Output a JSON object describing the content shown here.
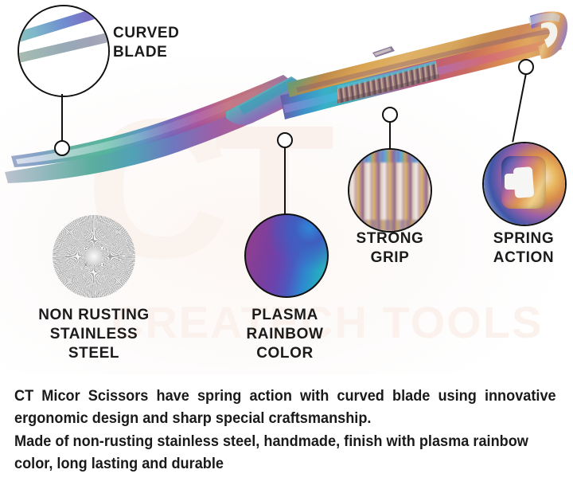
{
  "product": {
    "name": "CT Micor Scissors"
  },
  "callouts": [
    {
      "id": "curved-blade",
      "label": "CURVED\nBLADE",
      "icon": "magnifier-circle-blade"
    },
    {
      "id": "strong-grip",
      "label": "STRONG\nGRIP",
      "icon": "magnifier-circle-grip"
    },
    {
      "id": "spring-action",
      "label": "SPRING\nACTION",
      "icon": "magnifier-circle-spring"
    },
    {
      "id": "non-rusting-stainless-steel",
      "label": "NON RUSTING\nSTAINLESS\nSTEEL",
      "icon": "brushed-steel-swatch"
    },
    {
      "id": "plasma-rainbow-color",
      "label": "PLASMA\nRAINBOW\nCOLOR",
      "icon": "plasma-rainbow-swatch"
    }
  ],
  "watermark": {
    "logo_left": "C",
    "logo_right": "T",
    "text": "CREATECH TOOLS"
  },
  "description": {
    "paragraph_1": "CT Micor Scissors have spring action with curved blade using innovative ergonomic design and sharp special craftsmanship.",
    "paragraph_2": "Made of non-rusting stainless steel, handmade, finish with plasma rainbow color, long lasting and durable"
  },
  "colors": {
    "outline": "#111111",
    "text": "#1a1a1a",
    "background": "#ffffff",
    "watermark": "#fbf2ed",
    "plasma_purple": "#8b3f8e",
    "plasma_blue": "#2f86cf",
    "plasma_teal": "#31bcb4",
    "steel_light": "#e8e8e8",
    "steel_dark": "#8f8f8f"
  }
}
